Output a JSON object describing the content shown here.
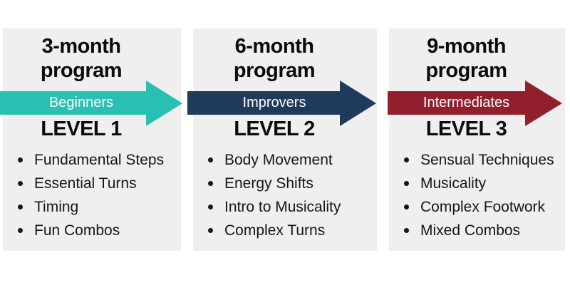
{
  "canvas": {
    "background": "#FFFFFF",
    "card_background": "#EFEFEF",
    "heading_color": "#0B0B0B",
    "bullet_text_color": "#161616",
    "arrow_label_color": "#FFFFFF"
  },
  "cards": [
    {
      "title_line1": "3-month",
      "title_line2": "program",
      "arrow_label": "Beginners",
      "arrow_color": "#29C0B3",
      "level_label": "LEVEL 1",
      "bullets": [
        "Fundamental Steps",
        "Essential Turns",
        "Timing",
        "Fun Combos"
      ]
    },
    {
      "title_line1": "6-month",
      "title_line2": "program",
      "arrow_label": "Improvers",
      "arrow_color": "#1F3A5B",
      "level_label": "LEVEL 2",
      "bullets": [
        "Body Movement",
        "Energy Shifts",
        "Intro to Musicality",
        "Complex Turns"
      ]
    },
    {
      "title_line1": "9-month",
      "title_line2": "program",
      "arrow_label": "Intermediates",
      "arrow_color": "#921F2E",
      "level_label": "LEVEL 3",
      "bullets": [
        "Sensual Techniques",
        "Musicality",
        "Complex Footwork",
        "Mixed Combos"
      ]
    }
  ]
}
